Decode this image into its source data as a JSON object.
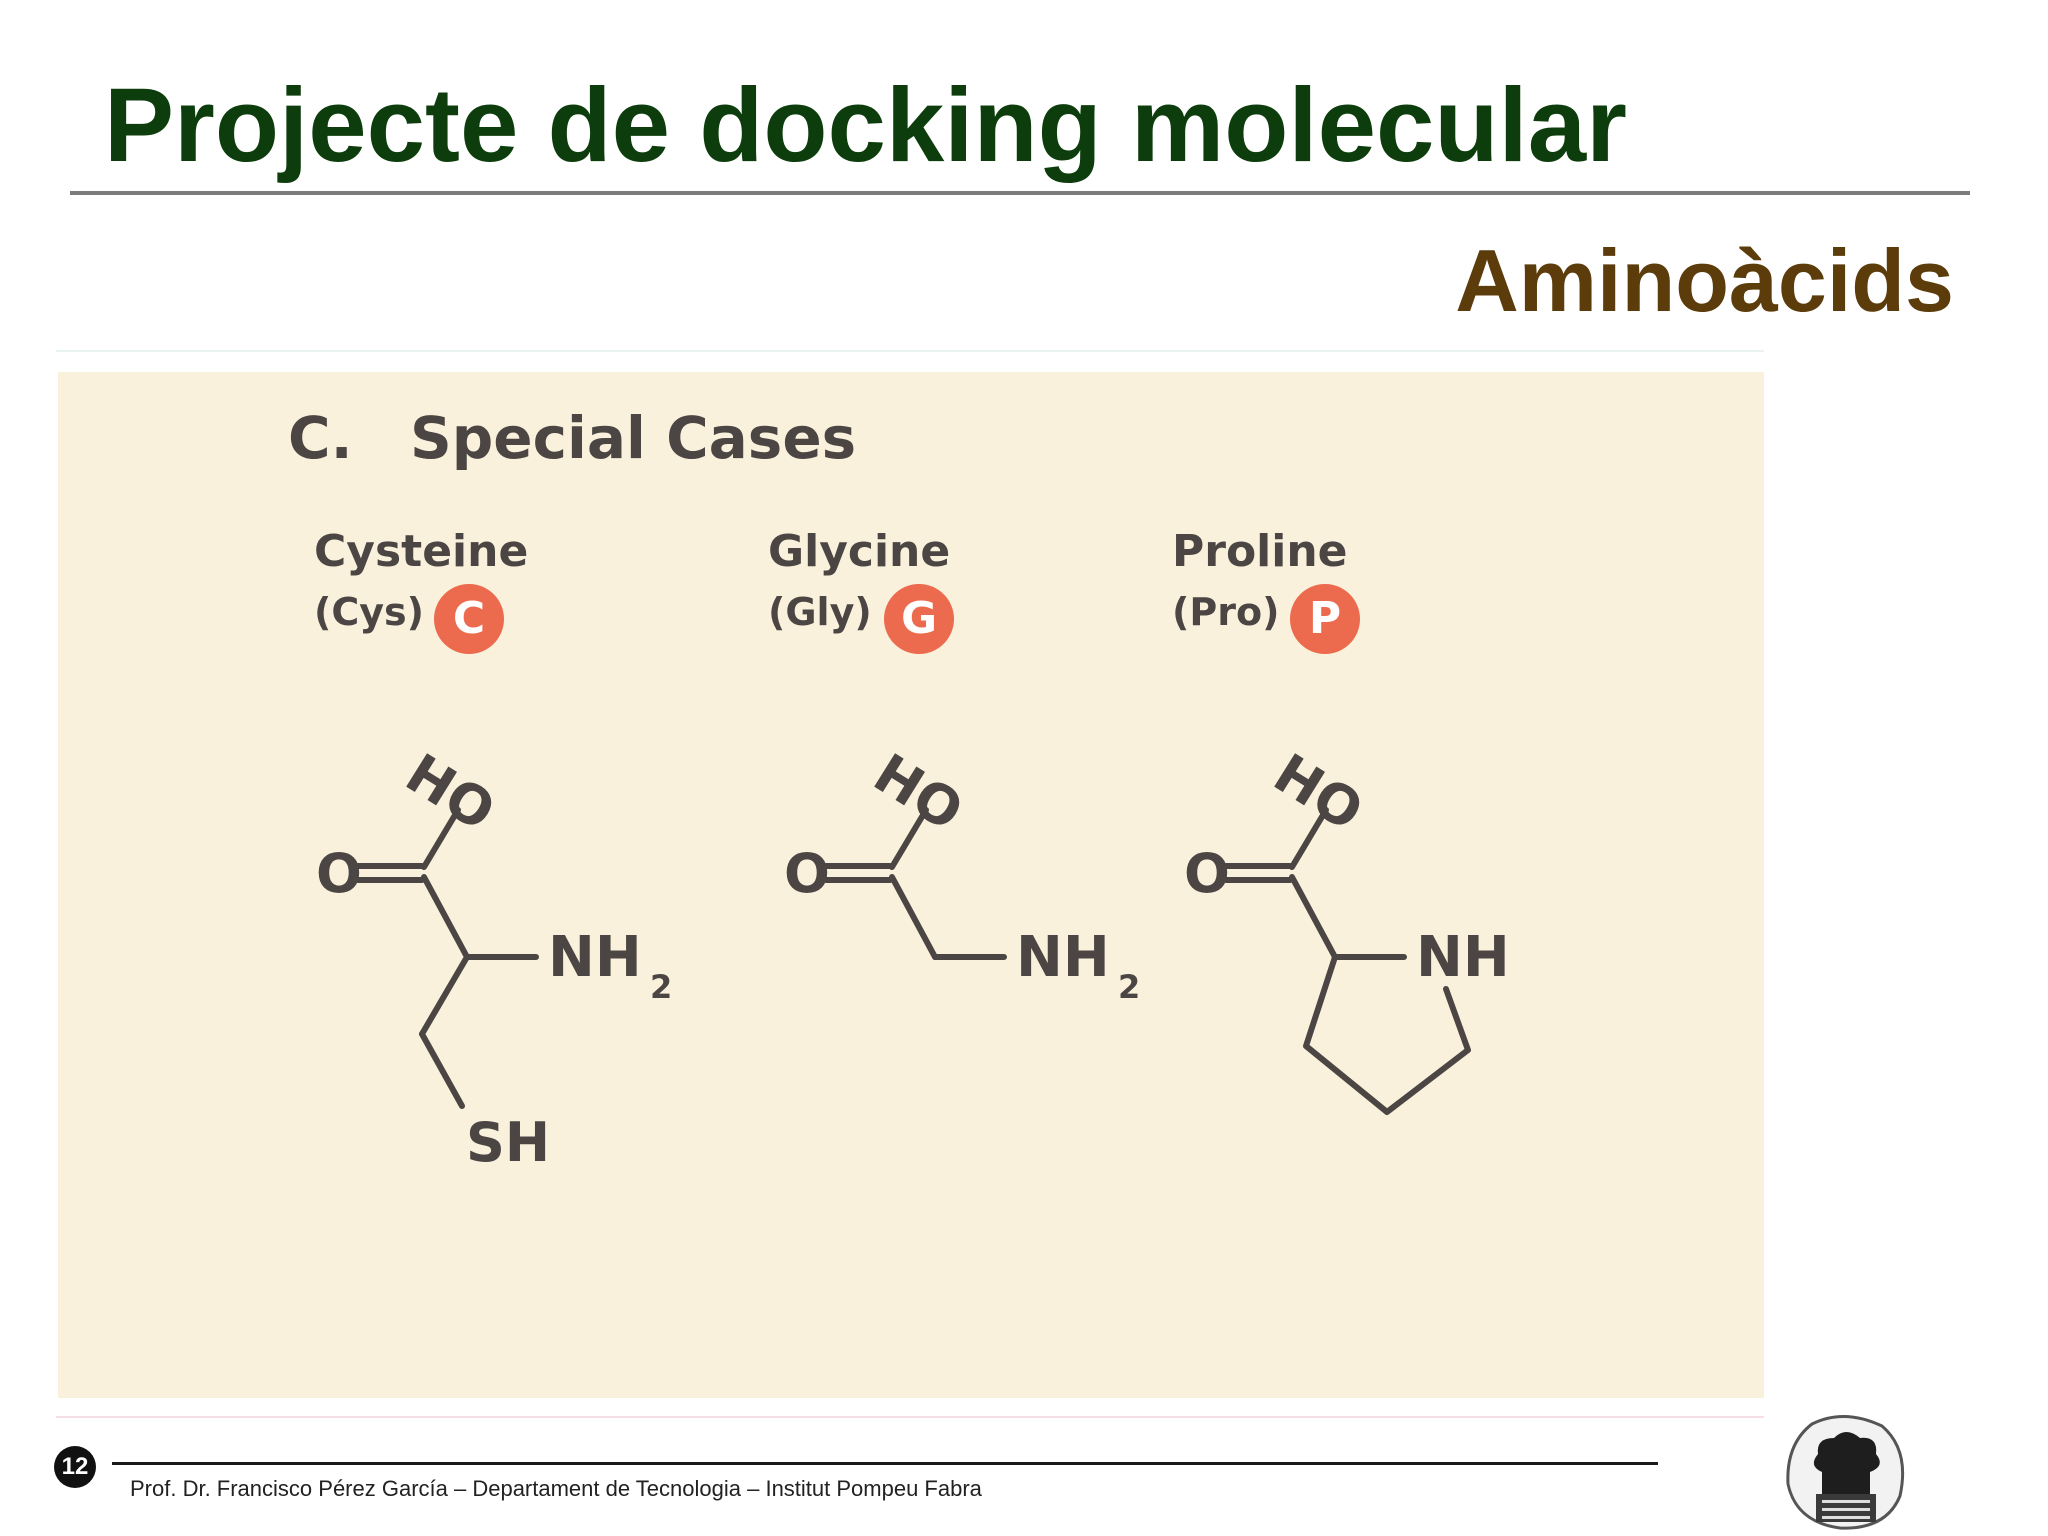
{
  "slide": {
    "title": "Projecte de docking molecular",
    "subtitle": "Aminoàcids",
    "page_number": "12",
    "footer": "Prof. Dr. Francisco Pérez García – Departament de Tecnologia – Institut Pompeu Fabra"
  },
  "panel": {
    "section_letter": "C.",
    "section_title": "Special Cases",
    "amino_acids": [
      {
        "name": "Cysteine",
        "abbr": "(Cys)",
        "code": "C",
        "labels": {
          "o": "O",
          "ho": "HO",
          "amine": "NH",
          "sub": "2",
          "side": "SH"
        }
      },
      {
        "name": "Glycine",
        "abbr": "(Gly)",
        "code": "G",
        "labels": {
          "o": "O",
          "ho": "HO",
          "amine": "NH",
          "sub": "2"
        }
      },
      {
        "name": "Proline",
        "abbr": "(Pro)",
        "code": "P",
        "labels": {
          "o": "O",
          "ho": "HO",
          "amine": "NH"
        }
      }
    ]
  },
  "colors": {
    "title": "#0d3d0d",
    "subtitle": "#5c3c0b",
    "panel_background": "#faf1dc",
    "badge": "#ec6a4e",
    "structure": "#4b4644"
  }
}
